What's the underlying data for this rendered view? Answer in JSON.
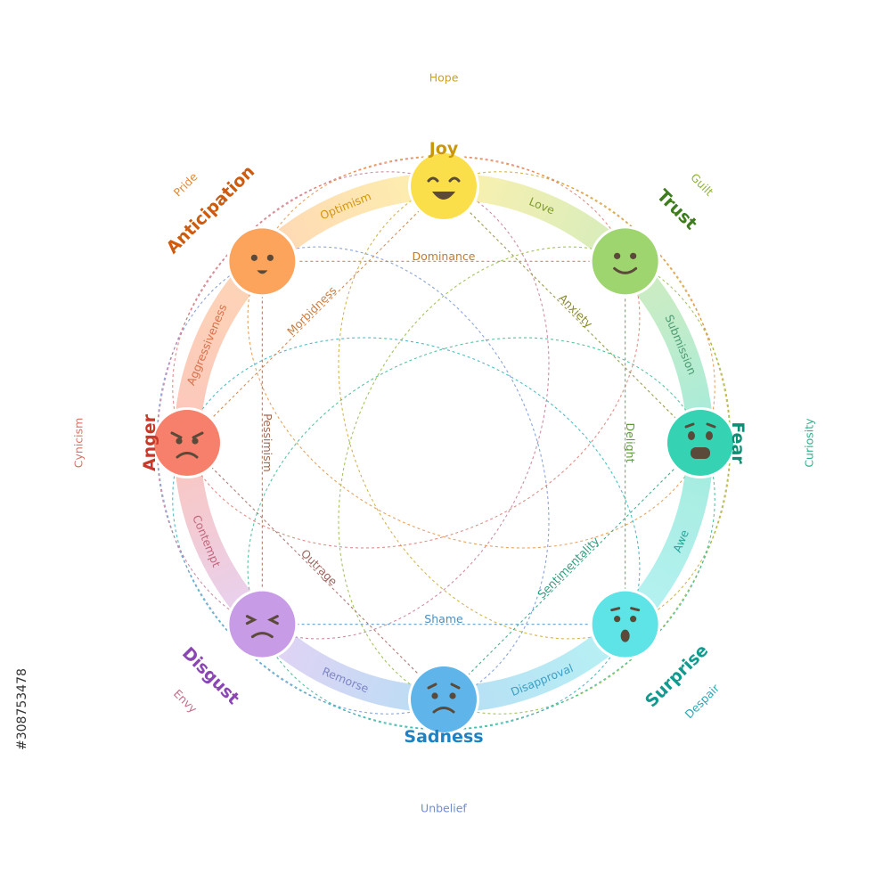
{
  "emotions": [
    {
      "id": "joy",
      "label": "Joy",
      "face_color": "#fbdf4a",
      "label_color": "#c9960c",
      "face": "happy"
    },
    {
      "id": "trust",
      "label": "Trust",
      "face_color": "#9ed56e",
      "label_color": "#3e7d1d",
      "face": "smile"
    },
    {
      "id": "fear",
      "label": "Fear",
      "face_color": "#35d3b3",
      "label_color": "#0c8f74",
      "face": "scared"
    },
    {
      "id": "surprise",
      "label": "Surprise",
      "face_color": "#5ee3e6",
      "label_color": "#139a8f",
      "face": "surprised"
    },
    {
      "id": "sadness",
      "label": "Sadness",
      "face_color": "#5fb5e9",
      "label_color": "#1c82c3",
      "face": "sad"
    },
    {
      "id": "disgust",
      "label": "Disgust",
      "face_color": "#c79be6",
      "label_color": "#8a47b3",
      "face": "disgusted"
    },
    {
      "id": "anger",
      "label": "Anger",
      "face_color": "#f7806c",
      "label_color": "#c7392a",
      "face": "angry"
    },
    {
      "id": "anticipation",
      "label": "Anticipation",
      "face_color": "#fca45c",
      "label_color": "#cf5b0e",
      "face": "neutral"
    }
  ],
  "primary_dyads": [
    {
      "label": "Love",
      "color": "#7f9e2c"
    },
    {
      "label": "Submission",
      "color": "#4b9c73"
    },
    {
      "label": "Awe",
      "color": "#2aa59a"
    },
    {
      "label": "Disapproval",
      "color": "#3d9fc2"
    },
    {
      "label": "Remorse",
      "color": "#7f86c7"
    },
    {
      "label": "Contempt",
      "color": "#c2687d"
    },
    {
      "label": "Aggressiveness",
      "color": "#d7734d"
    },
    {
      "label": "Optimism",
      "color": "#d4960f"
    }
  ],
  "secondary_dyads": [
    {
      "label": "Anxiety",
      "color": "#8a8c2a"
    },
    {
      "label": "Delight",
      "color": "#5f9a38"
    },
    {
      "label": "Sentimentality",
      "color": "#2c9e7e"
    },
    {
      "label": "Shame",
      "color": "#4e8fbf"
    },
    {
      "label": "Outrage",
      "color": "#a0665f"
    },
    {
      "label": "Pessimism",
      "color": "#a06a52"
    },
    {
      "label": "Morbidness",
      "color": "#cf7c3c"
    },
    {
      "label": "Dominance",
      "color": "#c27b2a"
    }
  ],
  "tertiary_dyads": [
    {
      "label": "Hope",
      "color": "#c9a226"
    },
    {
      "label": "Guilt",
      "color": "#8fb43a"
    },
    {
      "label": "Curiosity",
      "color": "#2fb38c"
    },
    {
      "label": "Despair",
      "color": "#26aab4"
    },
    {
      "label": "Unbelief",
      "color": "#6d8fd0"
    },
    {
      "label": "Envy",
      "color": "#c1708e"
    },
    {
      "label": "Cynicism",
      "color": "#d9736a"
    },
    {
      "label": "Pride",
      "color": "#e08c3a"
    }
  ],
  "stock_id": "#308753478"
}
